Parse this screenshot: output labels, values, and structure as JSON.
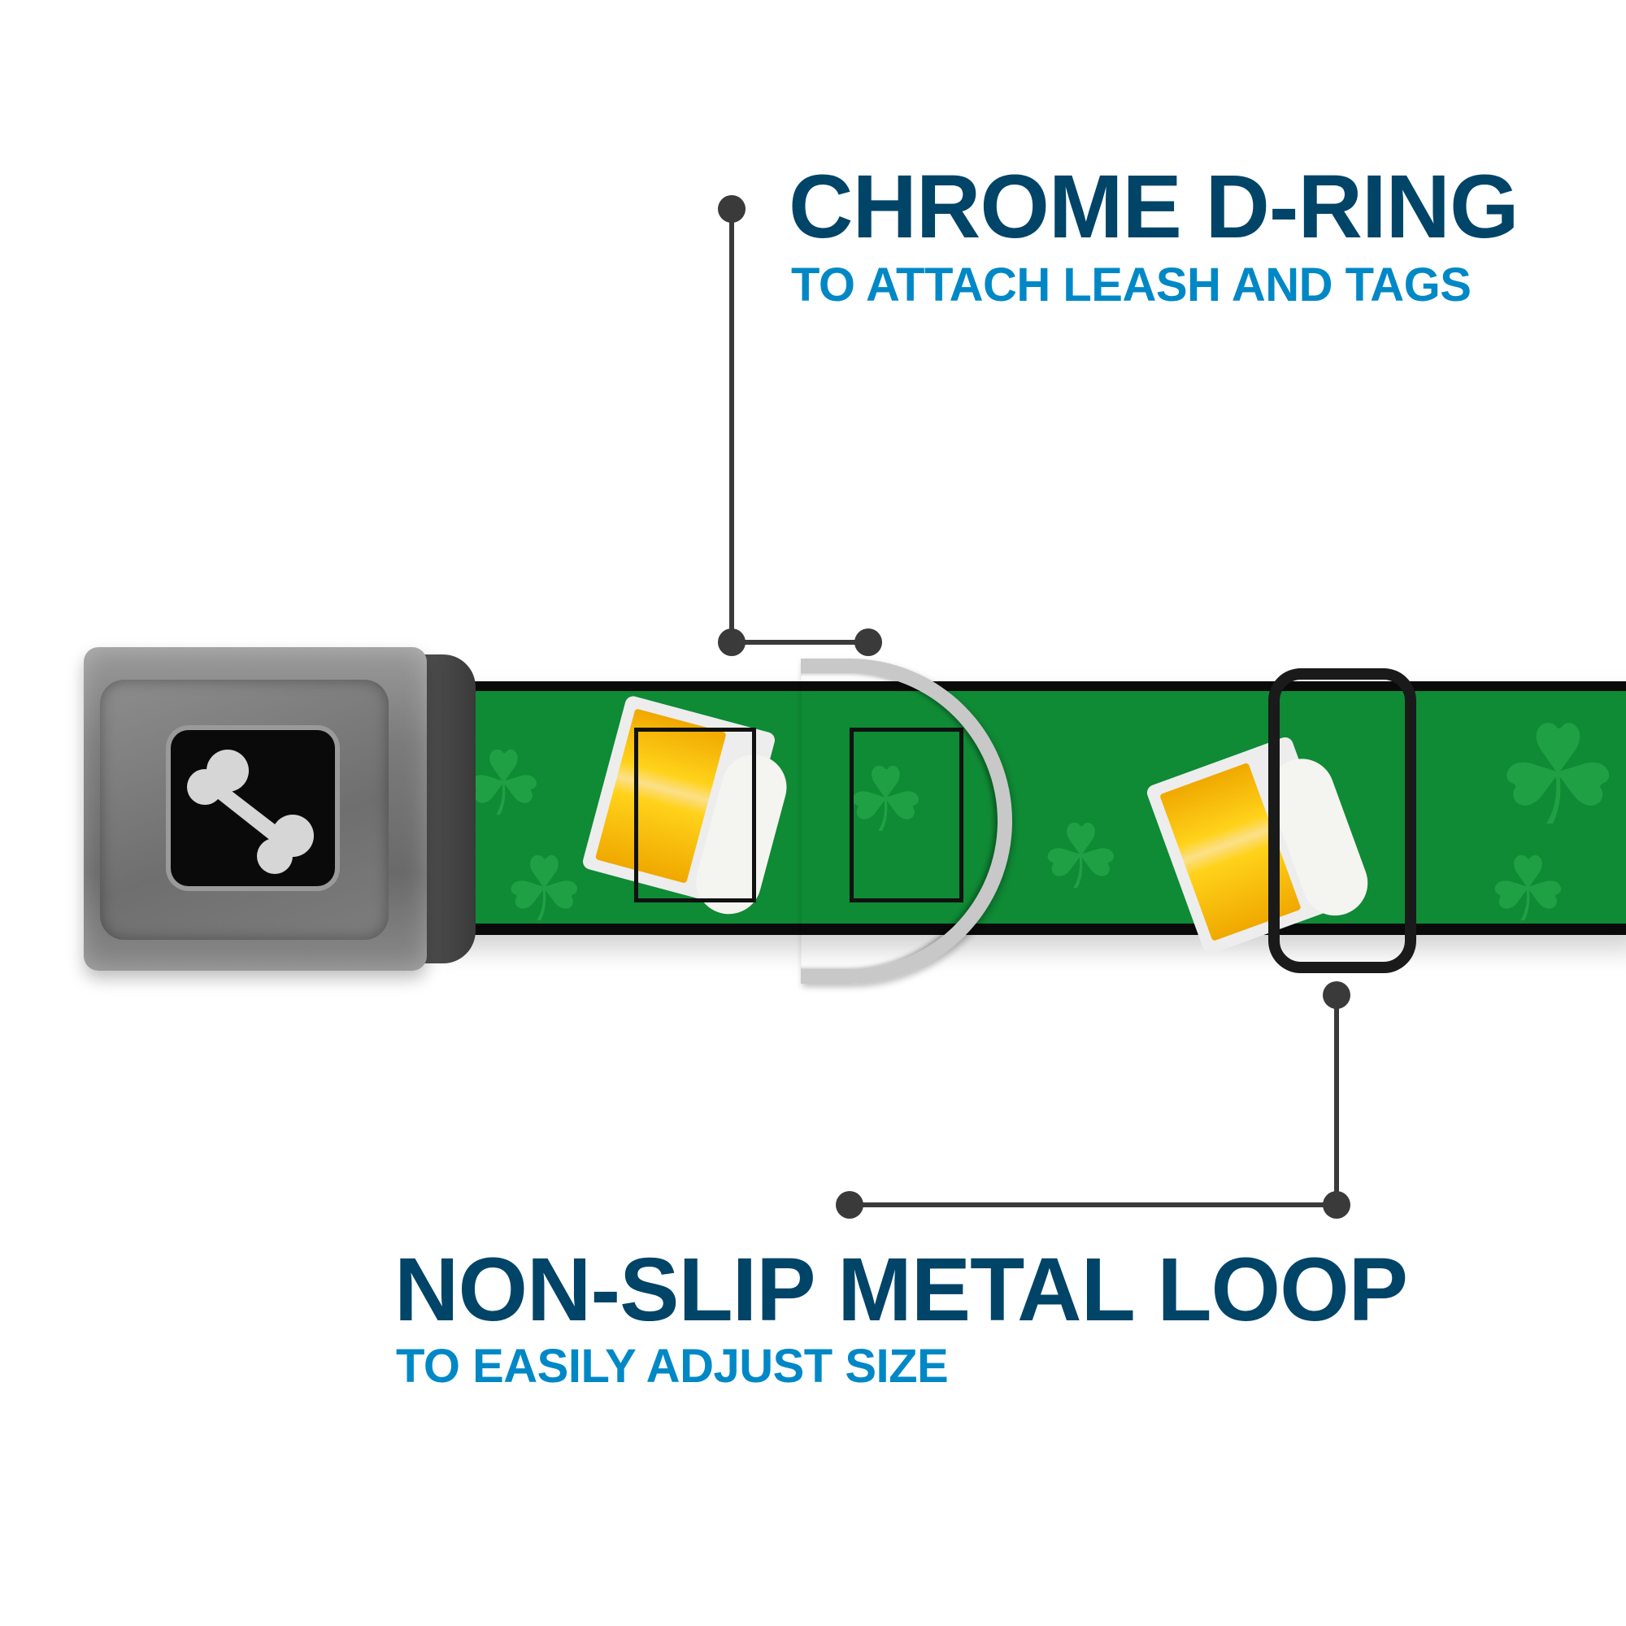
{
  "callouts": [
    {
      "id": "d-ring",
      "title": "CHROME D-RING",
      "subtitle": "TO ATTACH LEASH AND TAGS"
    },
    {
      "id": "metal-loop",
      "title": "NON-SLIP METAL LOOP",
      "subtitle": "TO EASILY ADJUST SIZE"
    }
  ],
  "product": {
    "type": "seatbelt buckle dog collar",
    "pattern": "beer mugs and shamrocks",
    "buckle_icon": "bone-icon",
    "colors": {
      "collar_green": "#0f8a35",
      "shamrock_green": "#23a447",
      "beer_yellow": "#ffd21a",
      "title_navy": "#004468",
      "subtitle_blue": "#0088c6",
      "leader_line": "#3a3a3a"
    }
  }
}
